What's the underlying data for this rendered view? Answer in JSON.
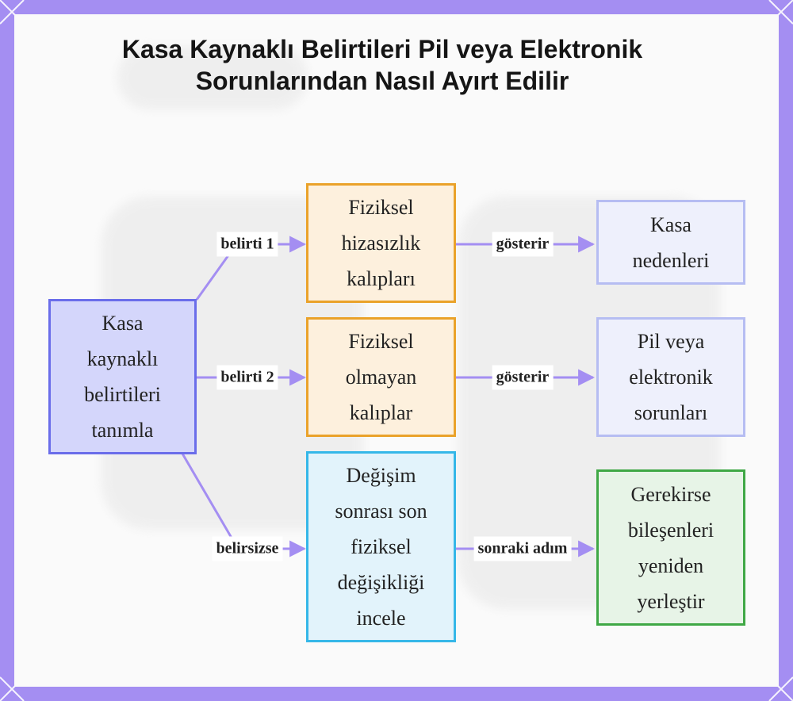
{
  "title": "Kasa Kaynaklı Belirtileri Pil veya Elektronik Sorunlarından Nasıl Ayırt Edilir",
  "colors": {
    "frame": "#a48ef2",
    "edge": "#a48ef2",
    "start_fill": "#d4d6fb",
    "start_border": "#6a6dea",
    "pattern_fill": "#fdf0dd",
    "pattern_border": "#eaa22a",
    "inspect_fill": "#e2f3fb",
    "inspect_border": "#35b7e8",
    "outcome_fill": "#eef0fc",
    "outcome_border": "#b6bdf2",
    "action_fill": "#e7f4e7",
    "action_border": "#3fa845"
  },
  "nodes": {
    "start": "Kasa kaynaklı belirtileri tanımla",
    "physical_patterns": "Fiziksel hizasızlık kalıpları",
    "nonphysical_patterns": "Fiziksel olmayan kalıplar",
    "inspect_change": "Değişim sonrası son fiziksel değişikliği incele",
    "case_causes": "Kasa nedenleri",
    "battery_issues": "Pil veya elektronik sorunları",
    "reseat": "Gerekirse bileşenleri yeniden yerleştir"
  },
  "edges": {
    "symptom1": "belirti 1",
    "symptom2": "belirti 2",
    "unclear": "belirsizse",
    "shows1": "gösterir",
    "shows2": "gösterir",
    "next_step": "sonraki adım"
  }
}
